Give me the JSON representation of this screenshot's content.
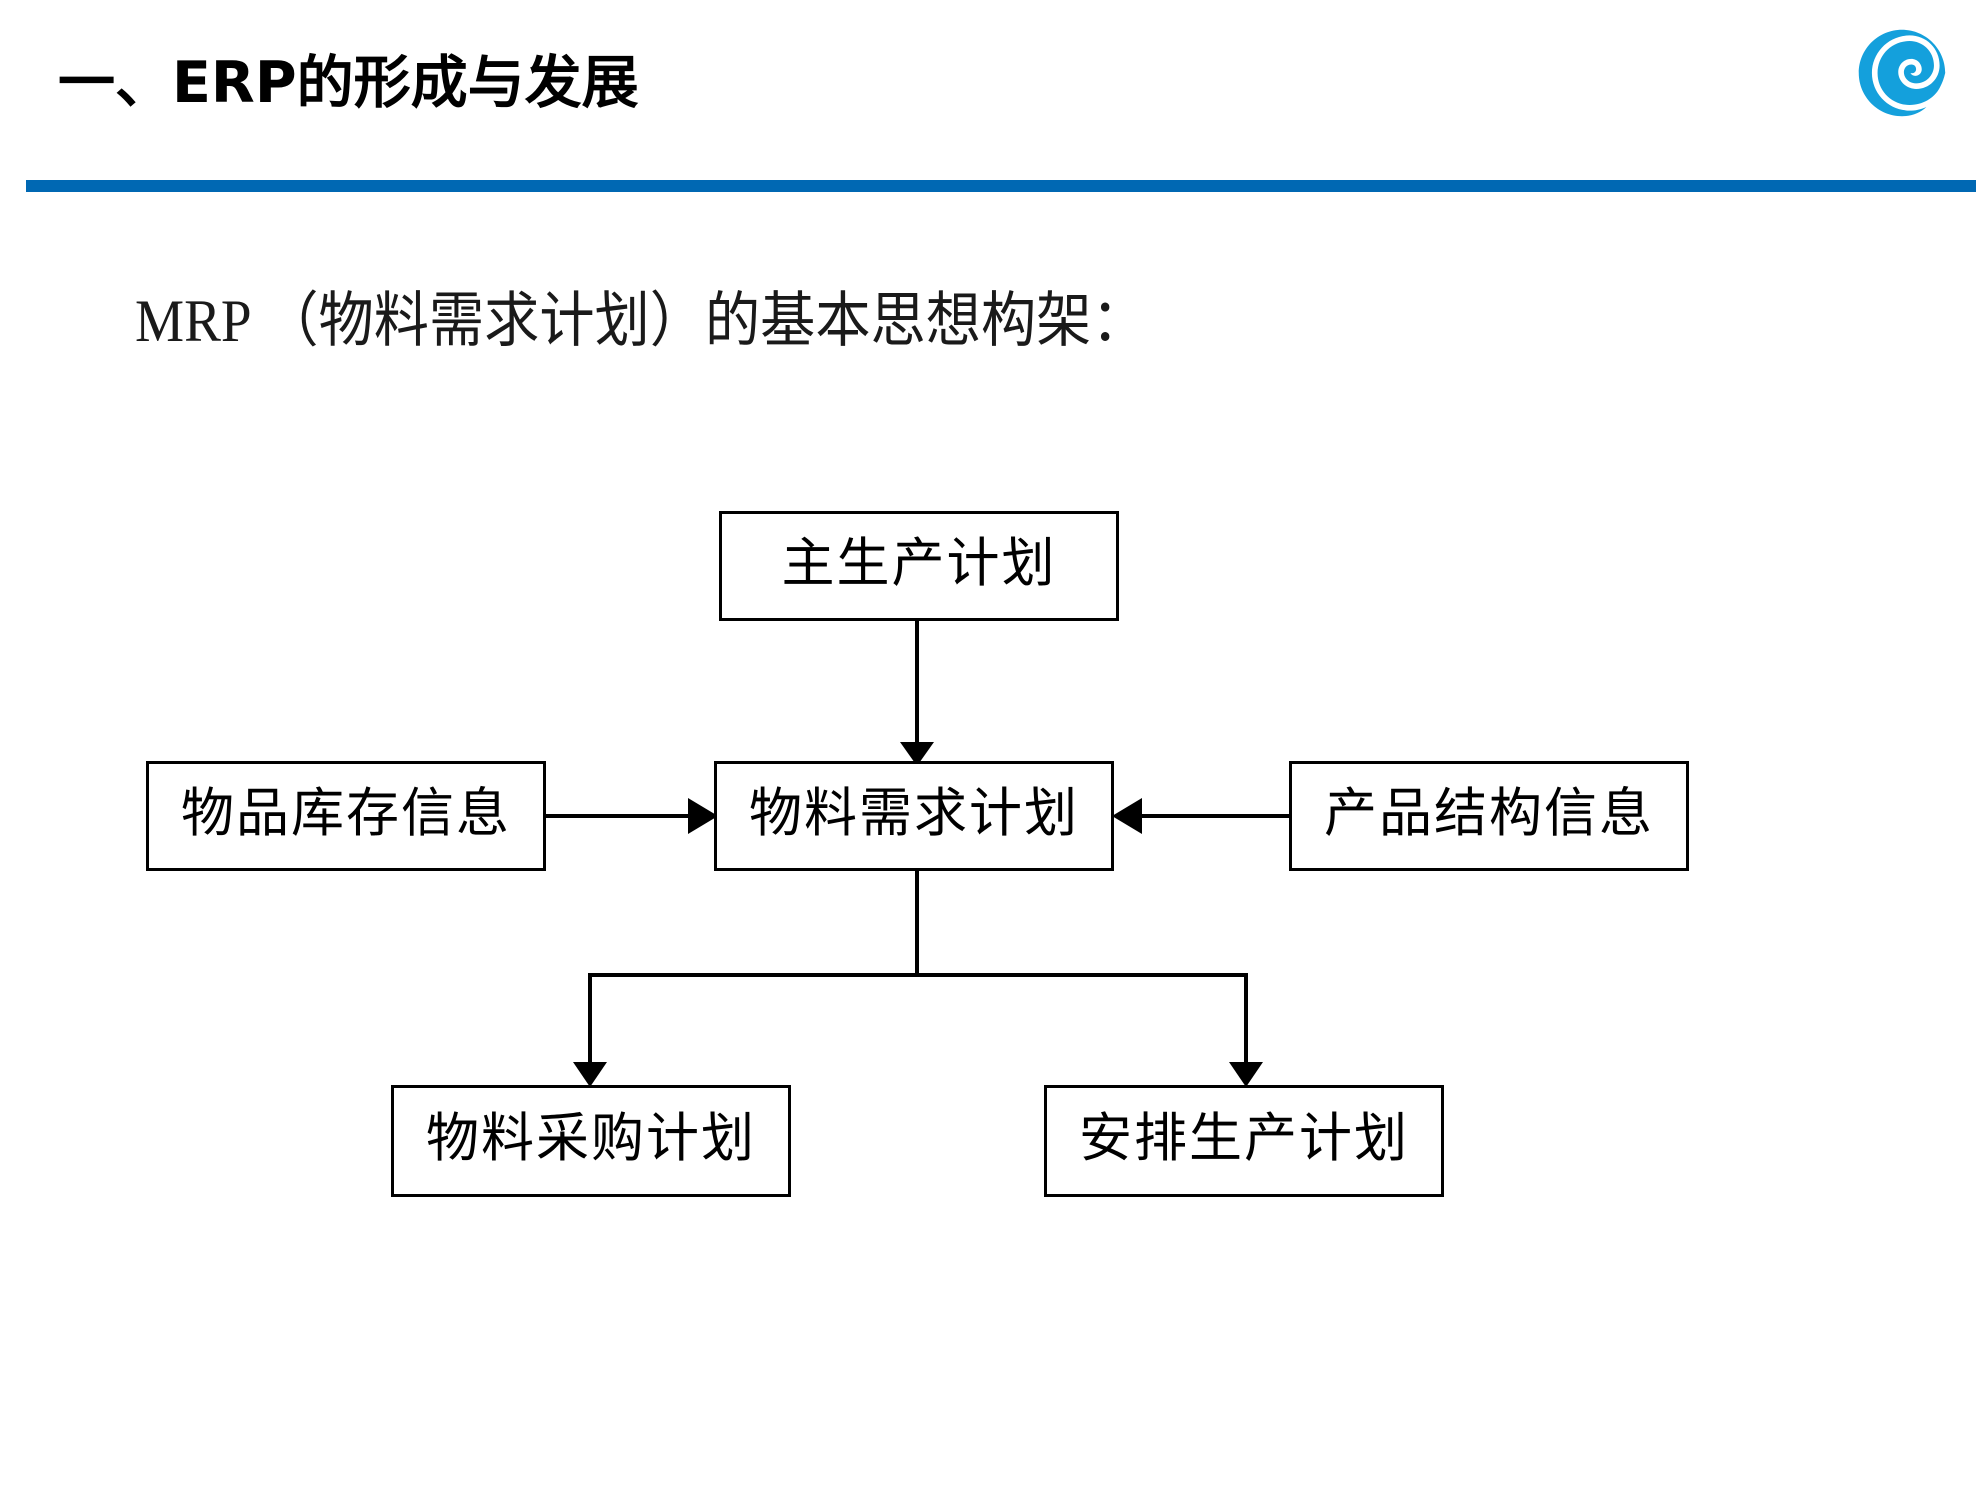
{
  "slide": {
    "title": "一、ERP的形成与发展",
    "subtitle": "MRP  （物料需求计划）的基本思想构架：",
    "accent_color": "#0068B3",
    "background_color": "#FFFFFF",
    "rule_color": "#0068B3",
    "logo_icon": "blue-spiral-logo-icon"
  },
  "diagram": {
    "type": "flowchart",
    "nodes": [
      {
        "id": "mps",
        "label": "主生产计划",
        "row": "top"
      },
      {
        "id": "inventory",
        "label": "物品库存信息",
        "row": "middle-left"
      },
      {
        "id": "mrp",
        "label": "物料需求计划",
        "row": "middle-center"
      },
      {
        "id": "bom",
        "label": "产品结构信息",
        "row": "middle-right"
      },
      {
        "id": "purchase",
        "label": "物料采购计划",
        "row": "bottom-left"
      },
      {
        "id": "production",
        "label": "安排生产计划",
        "row": "bottom-right"
      }
    ],
    "edges": [
      {
        "from": "mps",
        "to": "mrp",
        "direction": "down"
      },
      {
        "from": "inventory",
        "to": "mrp",
        "direction": "right"
      },
      {
        "from": "bom",
        "to": "mrp",
        "direction": "left"
      },
      {
        "from": "mrp",
        "to": "purchase",
        "direction": "down"
      },
      {
        "from": "mrp",
        "to": "production",
        "direction": "down"
      }
    ],
    "node_border_color": "#000000",
    "node_fill_color": "#FFFFFF",
    "edge_color": "#000000"
  }
}
